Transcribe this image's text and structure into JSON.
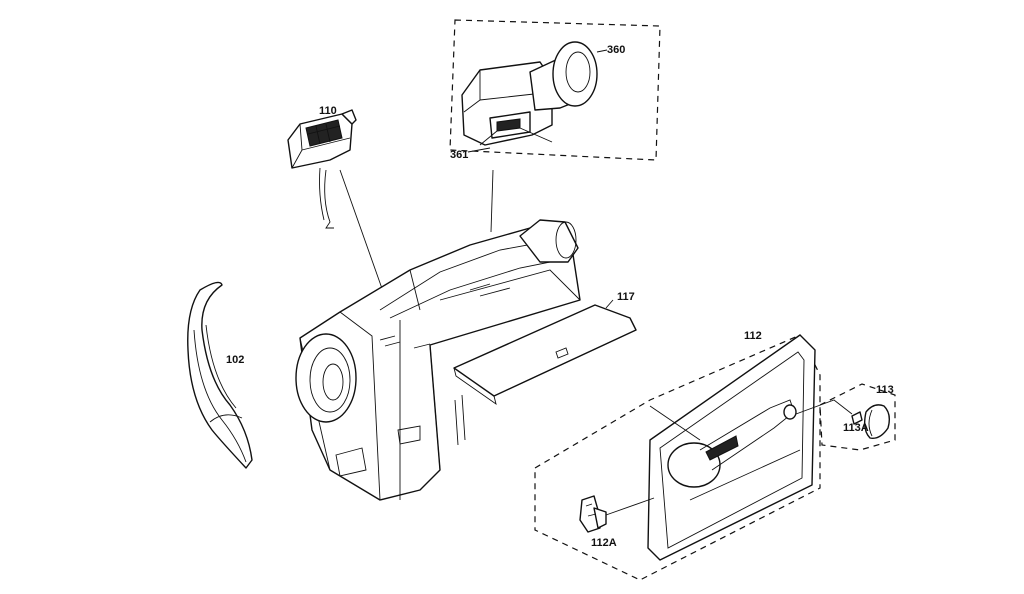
{
  "diagram": {
    "labels": {
      "p360": "360",
      "p361": "361",
      "p110": "110",
      "p117": "117",
      "p102": "102",
      "p112": "112",
      "p113": "113",
      "p113a": "113A",
      "p112a": "112A"
    }
  }
}
